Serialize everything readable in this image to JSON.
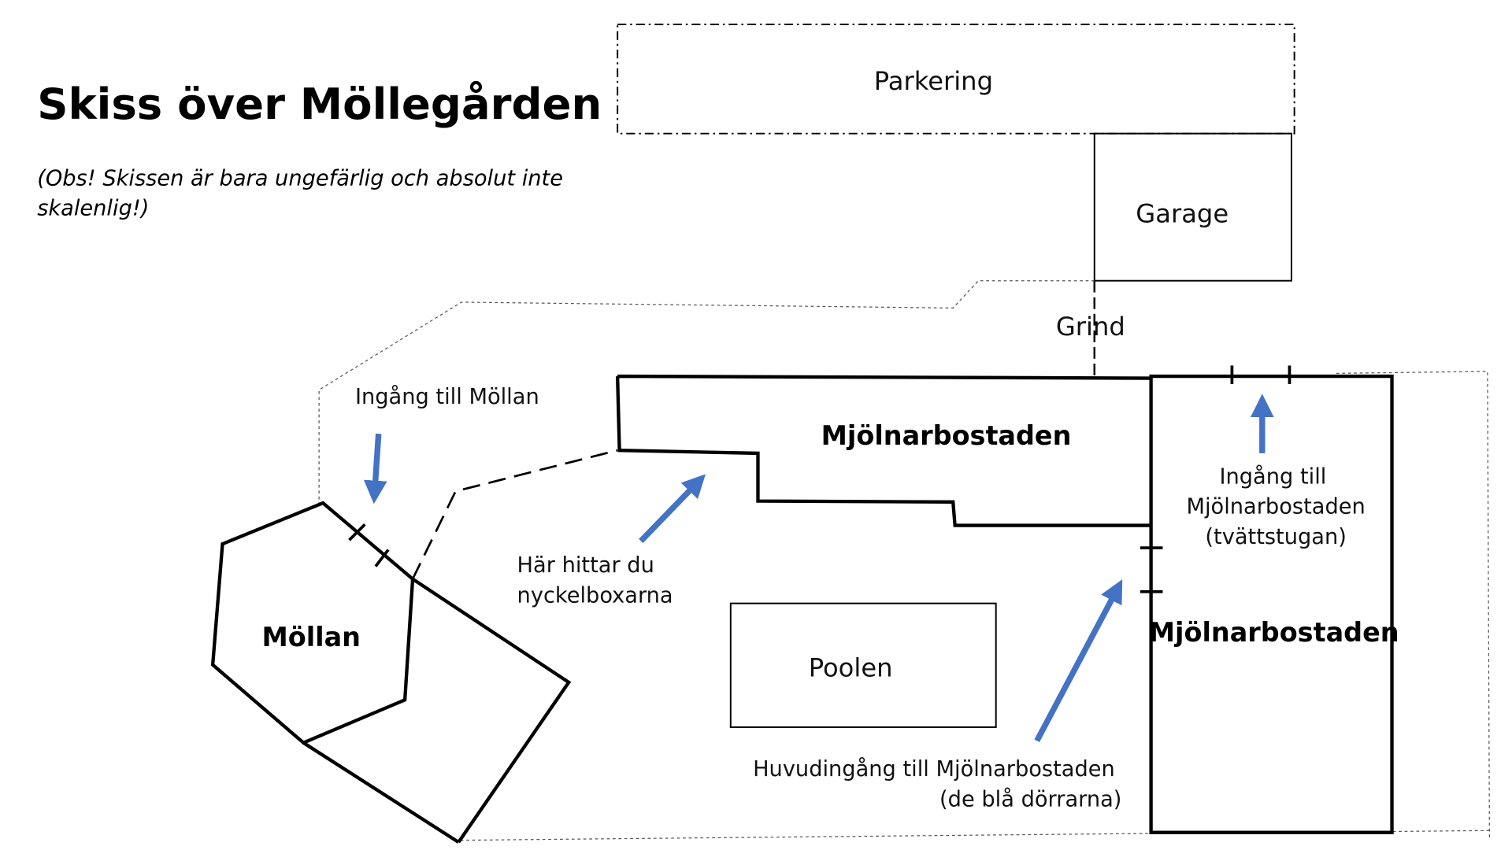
{
  "title": "Skiss över Möllegården",
  "note_line1": "(Obs! Skissen är bara ungefärlig och absolut inte",
  "note_line2": "skalenlig!)",
  "areas": {
    "parking": "Parkering",
    "garage": "Garage",
    "gate": "Grind",
    "mill_building": "Mjölnarbostaden",
    "mill_building_right": "Mjölnarbostaden",
    "mollan": "Möllan",
    "pool": "Poolen"
  },
  "annotations": {
    "mollan_entrance": "Ingång till Möllan",
    "keybox_line1": "Här hittar du",
    "keybox_line2": "nyckelboxarna",
    "laundry_line1": "Ingång till",
    "laundry_line2": "Mjölnarbostaden",
    "laundry_line3": "(tvättstugan)",
    "main_entrance_line1": "Huvudingång till Mjölnarbostaden",
    "main_entrance_line2": "(de blå dörrarna)"
  },
  "colors": {
    "arrow": "#4472C4"
  }
}
